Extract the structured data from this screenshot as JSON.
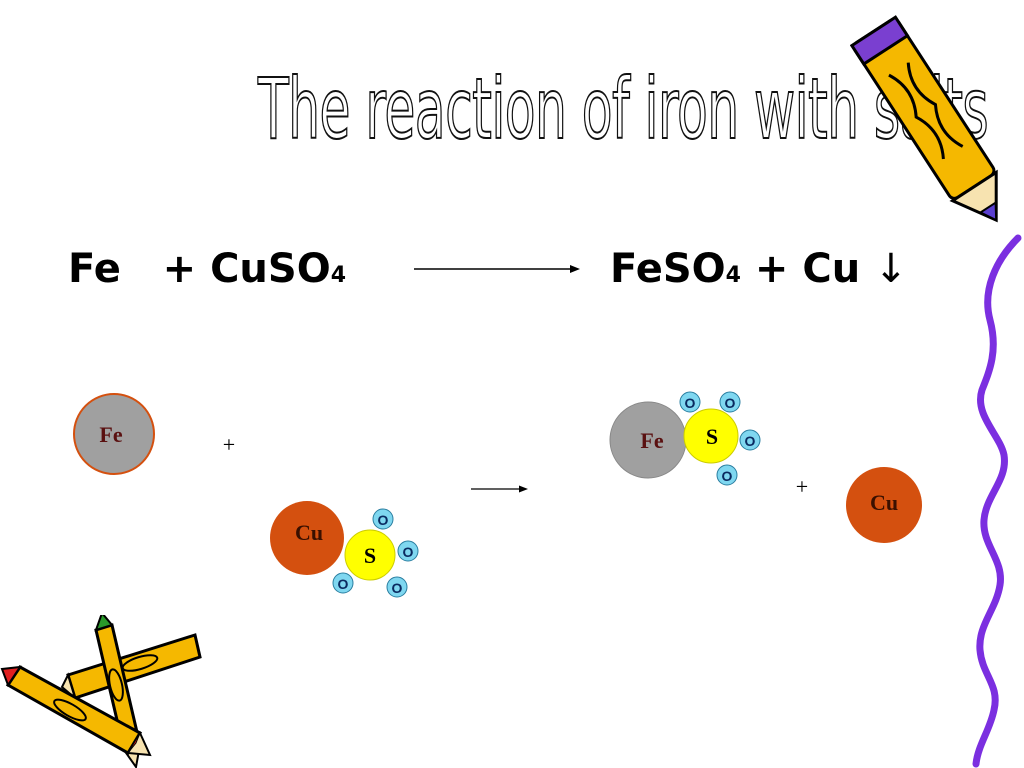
{
  "slide": {
    "title": "The reaction of iron with salts"
  },
  "equation": {
    "reactant_fe": "Fe",
    "plus_1": "+",
    "reactant_cuso": "CuSO",
    "reactant_cuso_sub": "4",
    "product_feso": "FeSO",
    "product_feso_sub": "4",
    "plus_2": "+",
    "product_cu": "Cu",
    "precipitate_arrow": "↓"
  },
  "diagram": {
    "fe_atom": "Fe",
    "plus_left": "+",
    "cu_atom": "Cu",
    "s_atom_left": "S",
    "o_atom": "O",
    "fe_atom_right": "Fe",
    "s_atom_right": "S",
    "plus_right": "+",
    "cu_atom_right": "Cu"
  },
  "colors": {
    "fe": "#a0a0a0",
    "cu": "#d4500f",
    "s": "#ffff00",
    "o": "#7fd7f0",
    "border_wave": "#7b2fe0",
    "pencil_body": "#f5b800",
    "pencil_tip": "#5a3fd0"
  },
  "icons": {
    "pencil_top_right": "pencil-icon",
    "pencils_bottom_left": "crossed-pencils-icon",
    "border": "wavy-border"
  }
}
